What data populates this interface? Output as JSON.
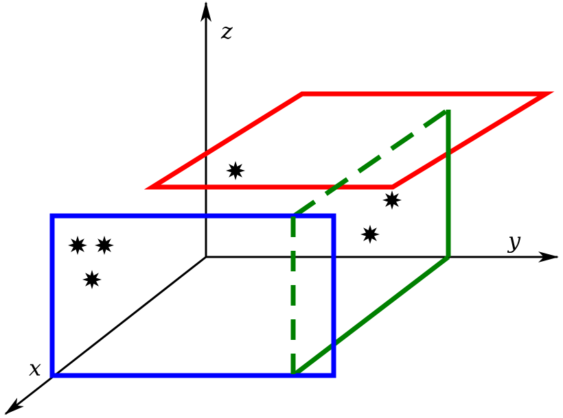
{
  "axes": {
    "x_label": "x",
    "y_label": "y",
    "z_label": "z"
  },
  "colors": {
    "axis": "#000000",
    "blue_plane": "#0000ff",
    "red_plane": "#ff0000",
    "green_plane": "#008000",
    "points": "#000000"
  },
  "planes": [
    "blue-plane",
    "red-plane",
    "green-plane"
  ],
  "points_count": 6,
  "point_icon": "eight-point-star-icon"
}
